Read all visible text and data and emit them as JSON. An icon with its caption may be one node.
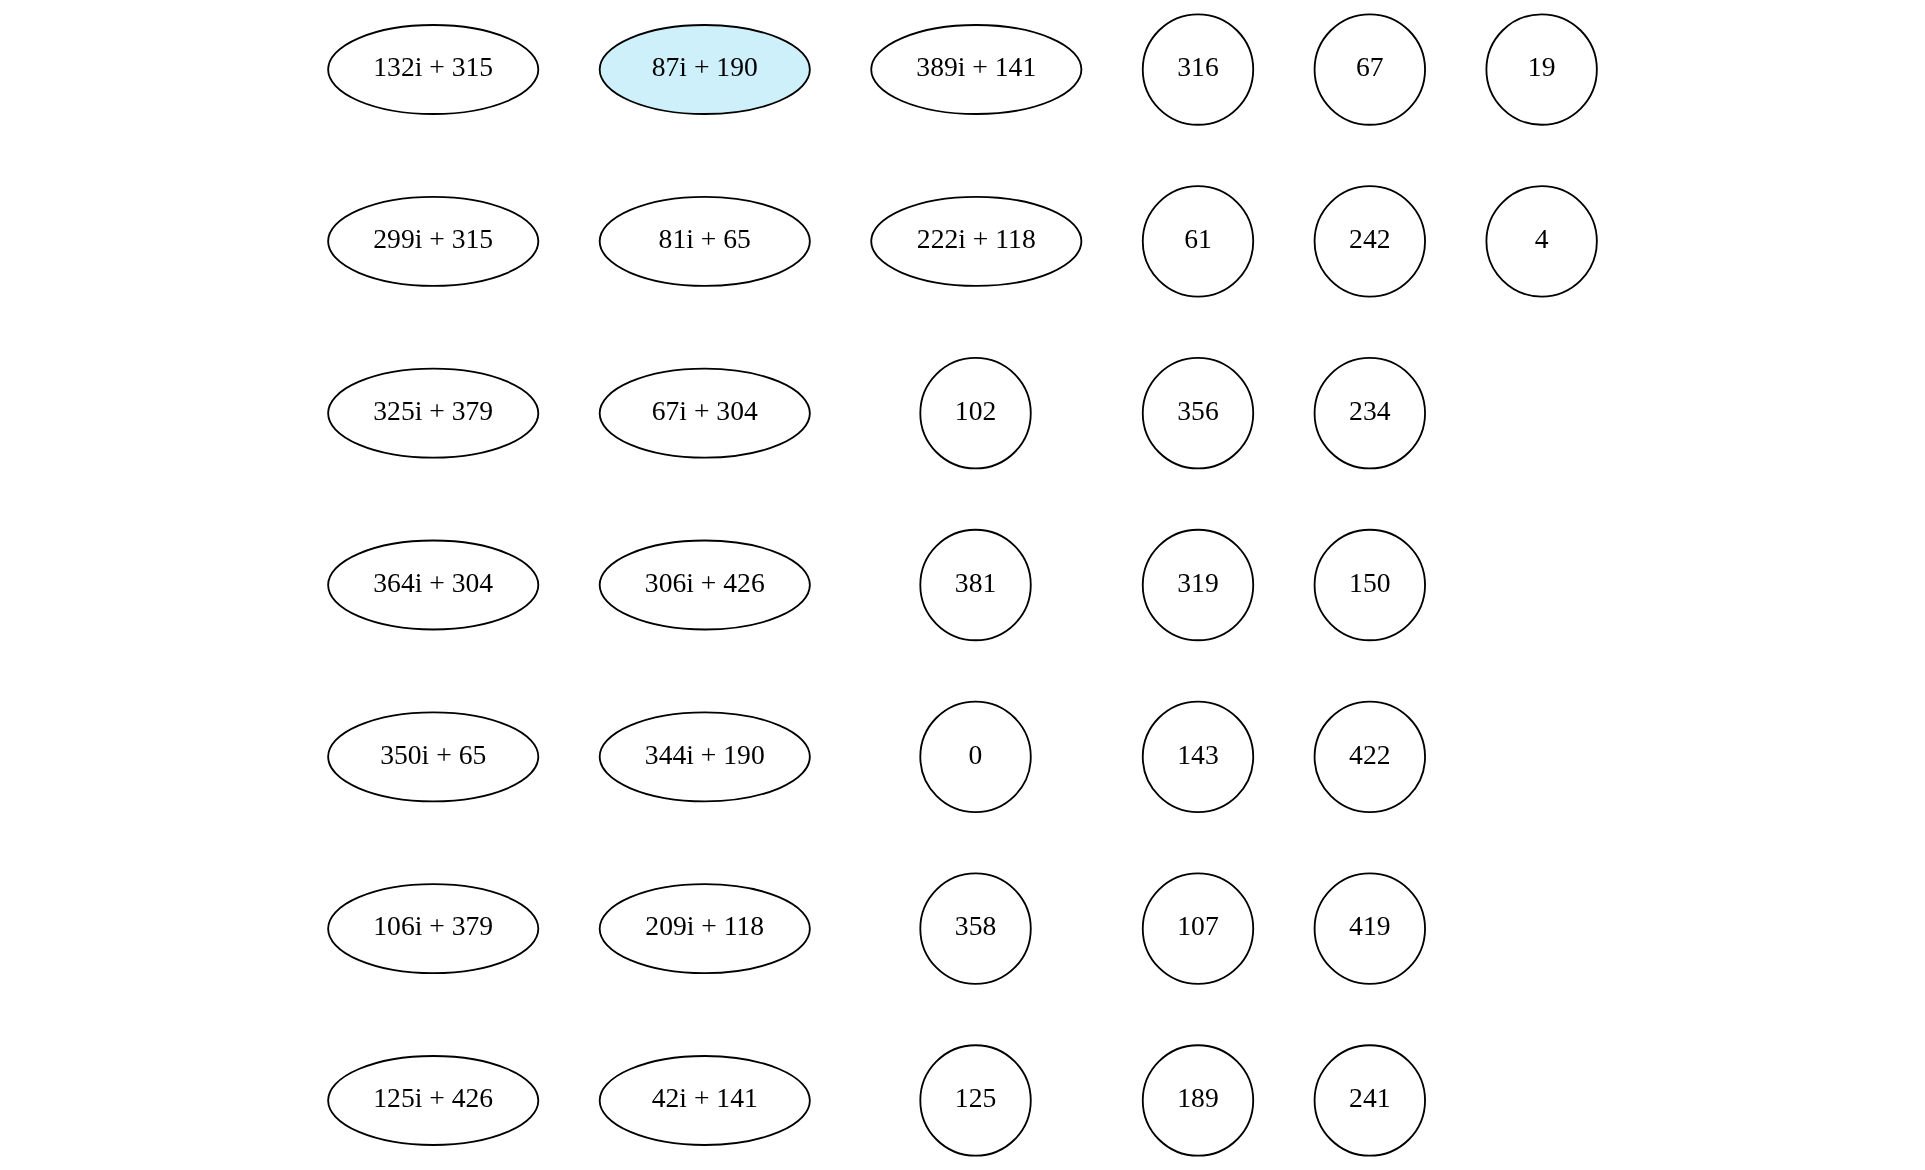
{
  "diagram": {
    "nodes": [
      {
        "text": [
          "102"
        ]
      },
      {
        "text": [
          "381"
        ]
      },
      {
        "text": [
          "132i + 315"
        ]
      },
      {
        "text": [
          "0"
        ]
      },
      {
        "text": [
          "299i + 315"
        ]
      },
      {
        "text": [
          "358"
        ]
      },
      {
        "text": [
          "125"
        ]
      },
      {
        "text": [
          "325i + 379"
        ]
      },
      {
        "text": [
          "316"
        ]
      },
      {
        "text": [
          "61"
        ]
      },
      {
        "text": [
          "356"
        ]
      },
      {
        "text": [
          "364i + 304"
        ]
      },
      {
        "text": [
          "350i + 65"
        ]
      },
      {
        "text": [
          "106i + 379"
        ]
      },
      {
        "text": [
          "319"
        ]
      },
      {
        "text": [
          "143"
        ]
      },
      {
        "text": [
          "107"
        ]
      },
      {
        "text": [
          "125i + 426"
        ]
      },
      {
        "text": [
          "87i + 190"
        ]
      },
      {
        "text": [
          "81i + 65"
        ]
      },
      {
        "text": [
          "67i + 304"
        ]
      },
      {
        "text": [
          "189"
        ]
      },
      {
        "text": [
          "67"
        ]
      },
      {
        "text": [
          "306i + 426"
        ]
      },
      {
        "text": [
          "344i + 190"
        ]
      },
      {
        "text": [
          "242"
        ]
      },
      {
        "text": [
          "209i + 118"
        ]
      },
      {
        "text": [
          "234"
        ]
      },
      {
        "text": [
          "150"
        ]
      },
      {
        "text": [
          "422"
        ]
      },
      {
        "text": [
          "419"
        ]
      },
      {
        "text": [
          "241"
        ]
      },
      {
        "text": [
          "19"
        ]
      },
      {
        "text": [
          "42i + 141"
        ]
      },
      {
        "text": [
          "4"
        ]
      },
      {
        "text": [
          "389i + 141"
        ]
      },
      {
        "text": [
          "222i + 118"
        ]
      }
    ]
  }
}
